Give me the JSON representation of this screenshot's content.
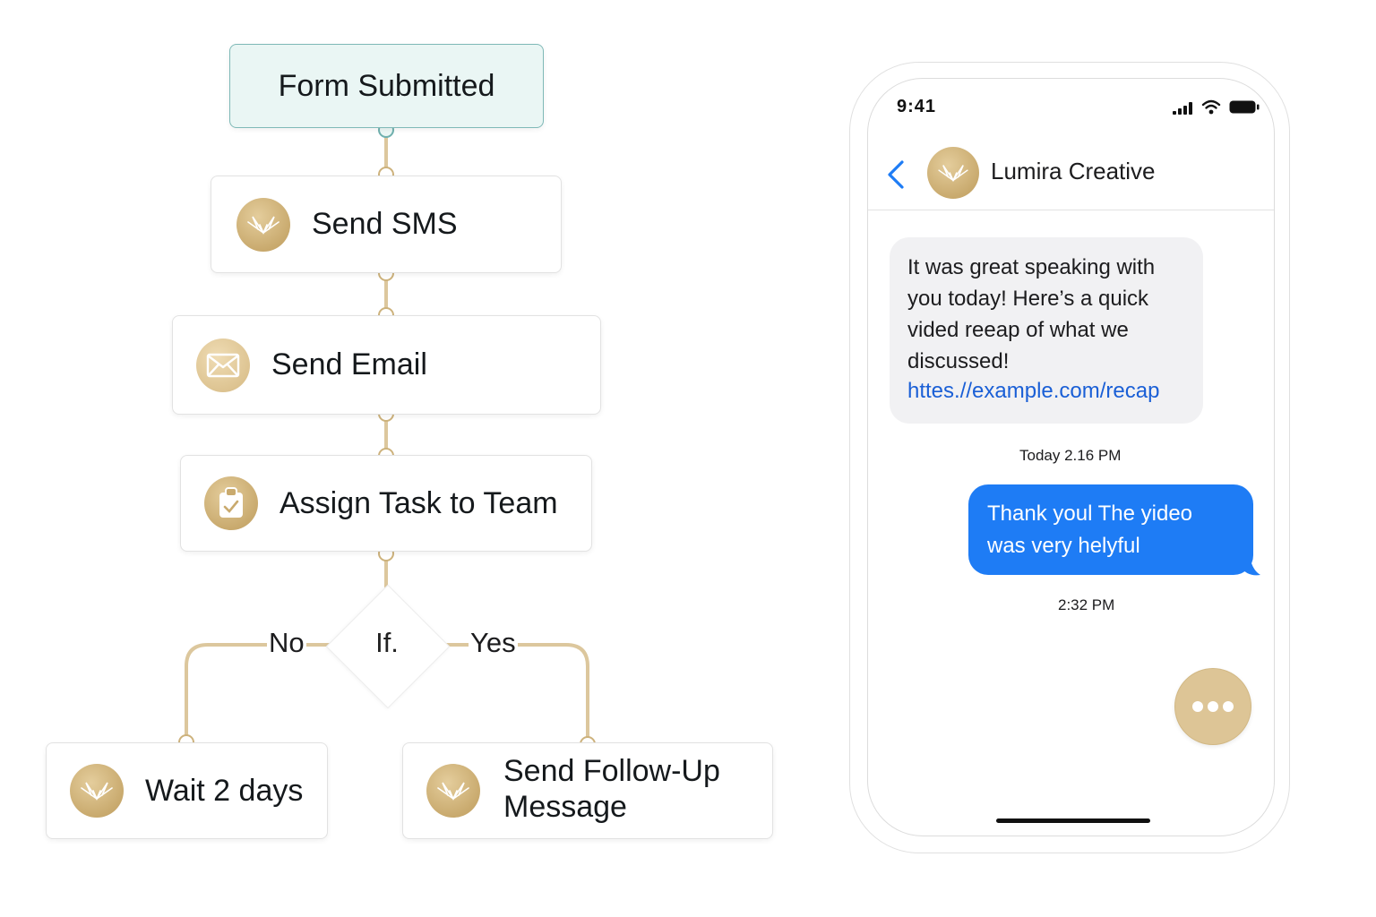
{
  "colors": {
    "connector": "#dcc79d",
    "gold_icon": "#c9aa6e",
    "trigger_bg": "#eaf6f4",
    "trigger_border": "#7fb9b7",
    "imessage_blue": "#1e7cf5",
    "link_blue": "#1a5fd6"
  },
  "flow": {
    "trigger": {
      "label": "Form Submitted"
    },
    "steps": [
      {
        "label": "Send SMS",
        "icon": "lumira-logo-icon"
      },
      {
        "label": "Send Email",
        "icon": "envelope-icon"
      },
      {
        "label": "Assign Task to Team",
        "icon": "clipboard-icon"
      }
    ],
    "condition": {
      "label": "If.",
      "no_label": "No",
      "yes_label": "Yes"
    },
    "branches": {
      "no": {
        "label": "Wait 2 days",
        "icon": "lumira-logo-icon"
      },
      "yes": {
        "label_line1": "Send Follow-Up",
        "label_line2": "Message",
        "icon": "lumira-logo-icon"
      }
    }
  },
  "phone": {
    "status_bar": {
      "time": "9:41",
      "icons": [
        "signal-icon",
        "wifi-icon",
        "battery-icon"
      ]
    },
    "header": {
      "contact_name": "Lumira Creative",
      "back_icon": "chevron-left-icon",
      "avatar_icon": "lumira-logo-icon"
    },
    "messages": [
      {
        "direction": "incoming",
        "lines": [
          "It was great speaking with",
          "you today! Here’s a quick",
          "vided reeap of what we",
          "discussed!"
        ],
        "link": "httes.//example.com/recap",
        "timestamp": "Today 2.16 PM"
      },
      {
        "direction": "outgoing",
        "lines": [
          "Thank youl The yideo",
          "was very helyful"
        ],
        "timestamp": "2:32 PM"
      }
    ],
    "fab_icon": "more-dots-icon"
  }
}
